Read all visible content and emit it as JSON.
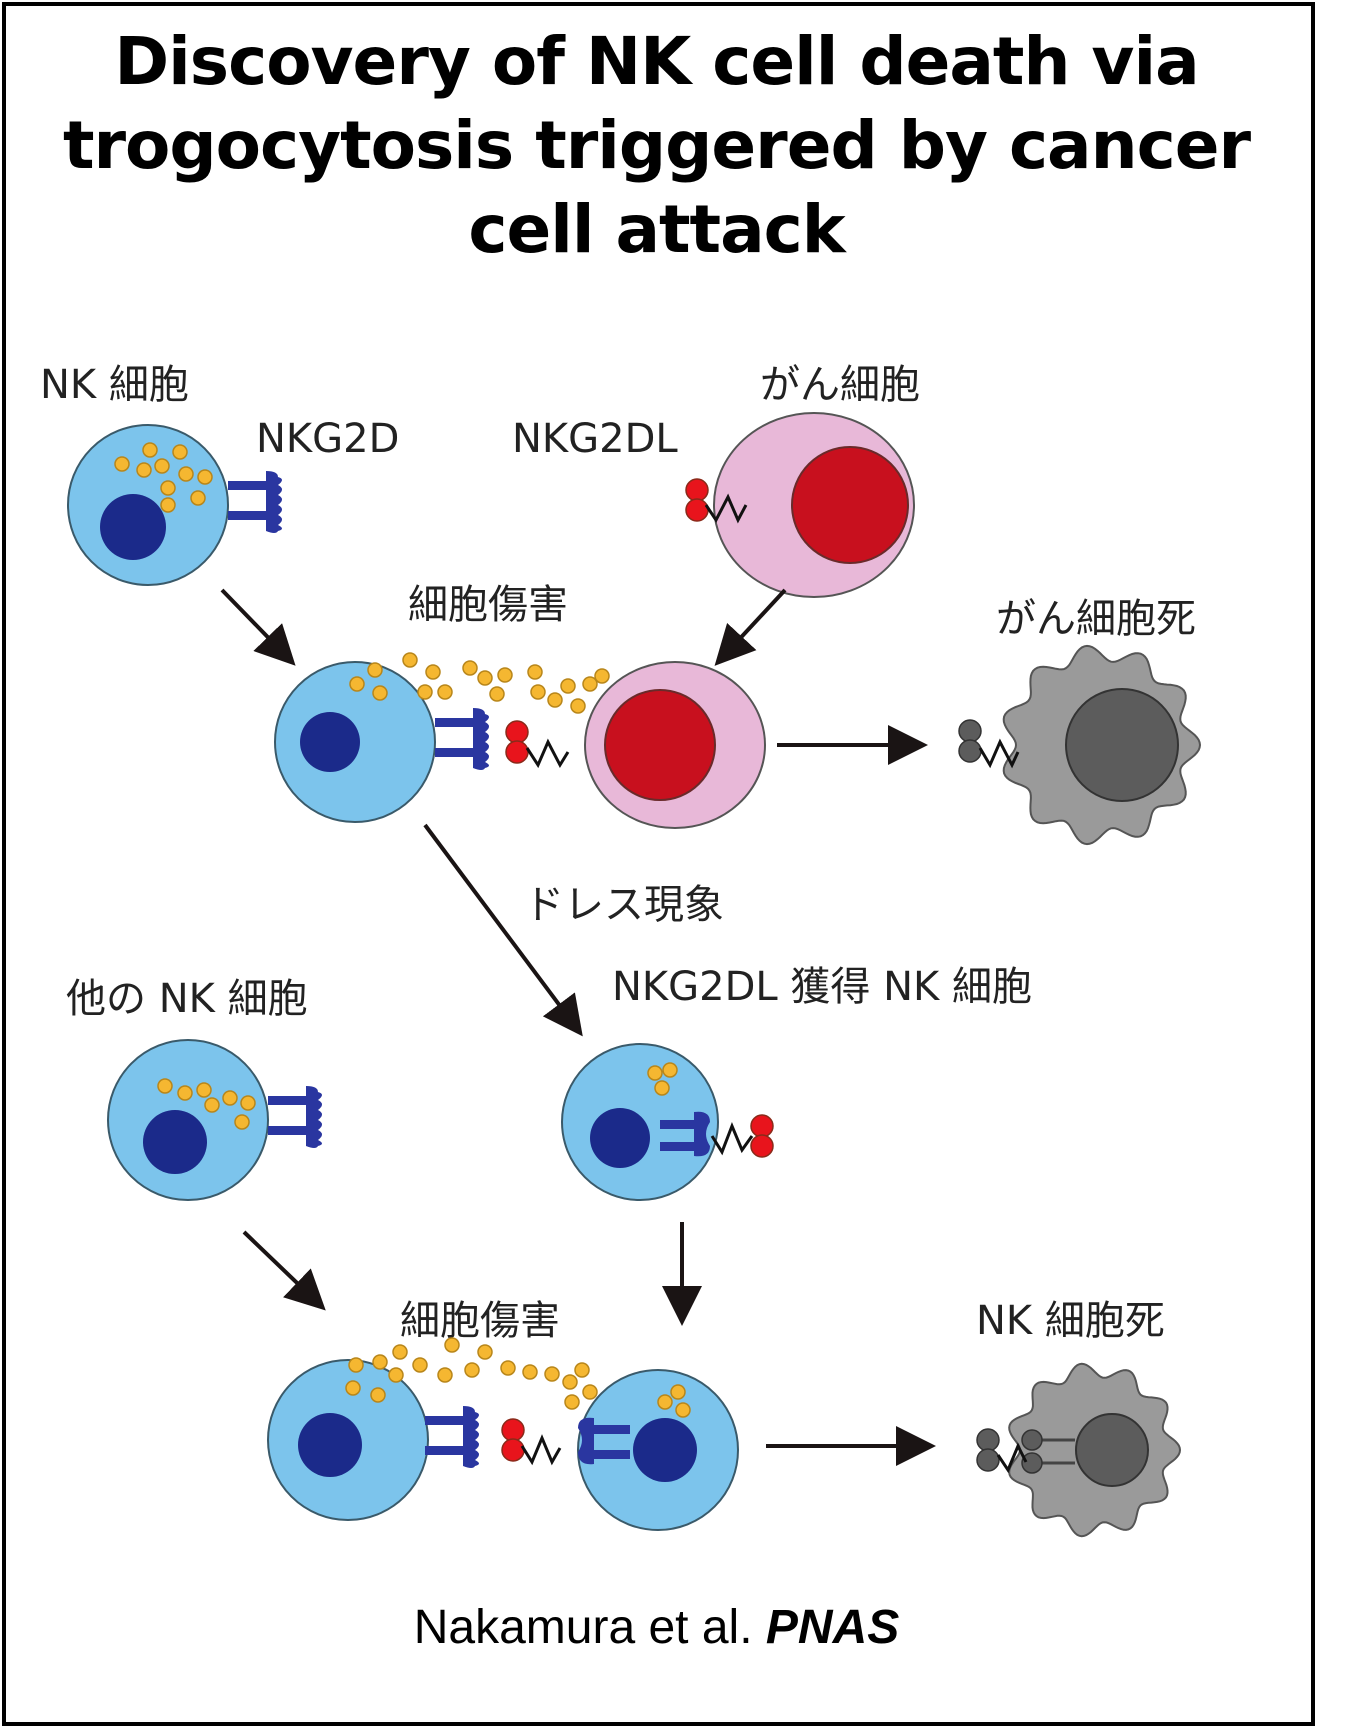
{
  "title": {
    "lines": [
      "Discovery of NK cell death via",
      "trogocytosis triggered by cancer",
      "cell attack"
    ]
  },
  "labels": {
    "nk_cell": "NK 細胞",
    "nkg2d": "NKG2D",
    "nkg2dl": "NKG2DL",
    "cancer_cell": "がん細胞",
    "cytotoxicity_top": "細胞傷害",
    "cancer_cell_death": "がん細胞死",
    "dress_phenomenon": "ドレス現象",
    "other_nk_cell": "他の NK 細胞",
    "nkg2dl_acquired_nk_cell": "NKG2DL 獲得 NK 細胞",
    "cytotoxicity_bottom": "細胞傷害",
    "nk_cell_death": "NK 細胞死"
  },
  "credit": {
    "authors": "Nakamura et al.",
    "journal": "PNAS"
  },
  "colors": {
    "nk_cytoplasm": "#7cc4ec",
    "nk_nucleus": "#1b2a8a",
    "receptor": "#2a36a0",
    "granule": "#f5b731",
    "cancer_cytoplasm": "#e8b8d8",
    "cancer_nucleus": "#c8101e",
    "ligand": "#e8141c",
    "dead_cell": "#9a9a9a",
    "dead_nucleus": "#5c5c5c",
    "arrow": "#1a1414"
  }
}
